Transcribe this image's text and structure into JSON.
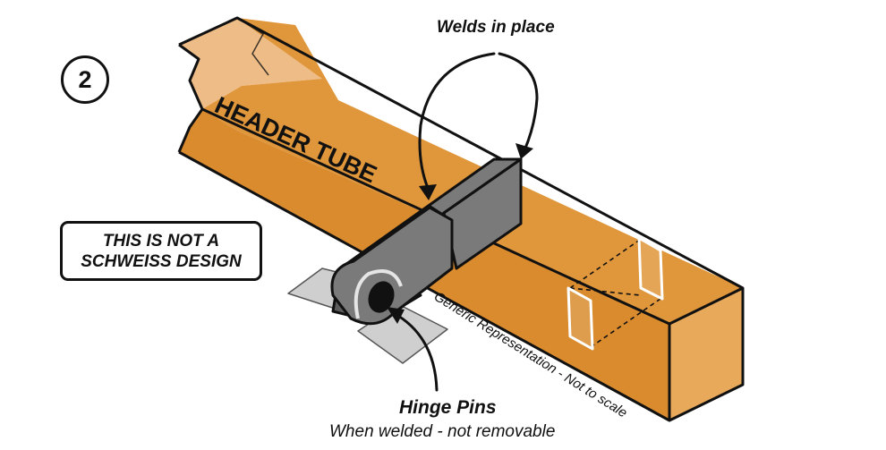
{
  "step": {
    "number": "2"
  },
  "labels": {
    "tube": "HEADER TUBE",
    "welds": "Welds in place",
    "hinge_title": "Hinge Pins",
    "hinge_sub": "When welded - not removable",
    "generic": "Generic Representation - Not to scale"
  },
  "disclaimer": {
    "line1": "THIS IS NOT A",
    "line2": "SCHWEISS DESIGN"
  },
  "colors": {
    "tube_top": "#E0963A",
    "tube_side": "#D98B2E",
    "tube_end": "#E9A95A",
    "tube_back": "#E8A55E",
    "hinge_bar": "#7A7A7A",
    "hinge_side": "#5C5C5C",
    "plate": "#CFCFCF",
    "outline": "#111111"
  }
}
